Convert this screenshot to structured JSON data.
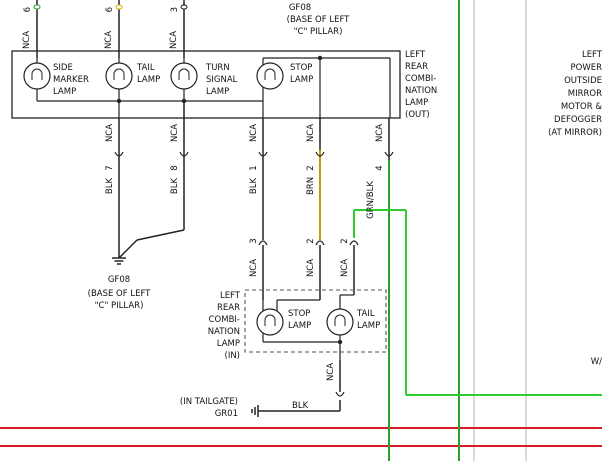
{
  "colors": {
    "wire": "#222222",
    "brn_wire": "#c8960c",
    "grn_wire": "#2ecc2e",
    "grn_bus": "#2aa02a",
    "red_line": "#d81d2a",
    "gray_line": "#b5b5b5"
  },
  "top_ground": {
    "code": "GF08",
    "desc_1": "(BASE OF LEFT",
    "desc_2": "\"C\" PILLAR)"
  },
  "upper_assembly": {
    "name_lines": [
      "LEFT",
      "REAR",
      "COMBI-",
      "NATION",
      "LAMP",
      "(OUT)"
    ],
    "lamps": [
      {
        "lines": [
          "SIDE",
          "MARKER",
          "LAMP"
        ]
      },
      {
        "lines": [
          "TAIL",
          "LAMP"
        ]
      },
      {
        "lines": [
          "TURN",
          "SIGNAL",
          "LAMP"
        ]
      },
      {
        "lines": [
          "STOP",
          "LAMP"
        ]
      }
    ]
  },
  "top_pins": [
    "6",
    "6",
    "3"
  ],
  "nca": "NCA",
  "upper_connectors": [
    {
      "pin": "7",
      "wire": "BLK"
    },
    {
      "pin": "8",
      "wire": "BLK"
    },
    {
      "pin": "1",
      "wire": "BLK"
    },
    {
      "pin": "2",
      "wire": "BRN"
    },
    {
      "pin": "4",
      "wire": "GRN/BLK"
    }
  ],
  "lower_connectors": [
    {
      "pin": "3"
    },
    {
      "pin": "2"
    },
    {
      "pin": "2"
    }
  ],
  "lower_ground": {
    "code": "GF08",
    "desc_1": "(BASE OF LEFT",
    "desc_2": "\"C\" PILLAR)"
  },
  "lower_assembly": {
    "name_lines": [
      "LEFT",
      "REAR",
      "COMBI-",
      "NATION",
      "LAMP",
      "(IN)"
    ],
    "lamps": [
      {
        "lines": [
          "STOP",
          "LAMP"
        ]
      },
      {
        "lines": [
          "TAIL",
          "LAMP"
        ]
      }
    ]
  },
  "tailgate_ground": {
    "desc": "(IN TAILGATE)",
    "code": "GR01",
    "wire": "BLK"
  },
  "right_device": {
    "lines": [
      "LEFT",
      "POWER",
      "OUTSIDE",
      "MIRROR",
      "MOTOR &",
      "DEFOGGER",
      "(AT MIRROR)"
    ]
  },
  "right_partial": "W/"
}
